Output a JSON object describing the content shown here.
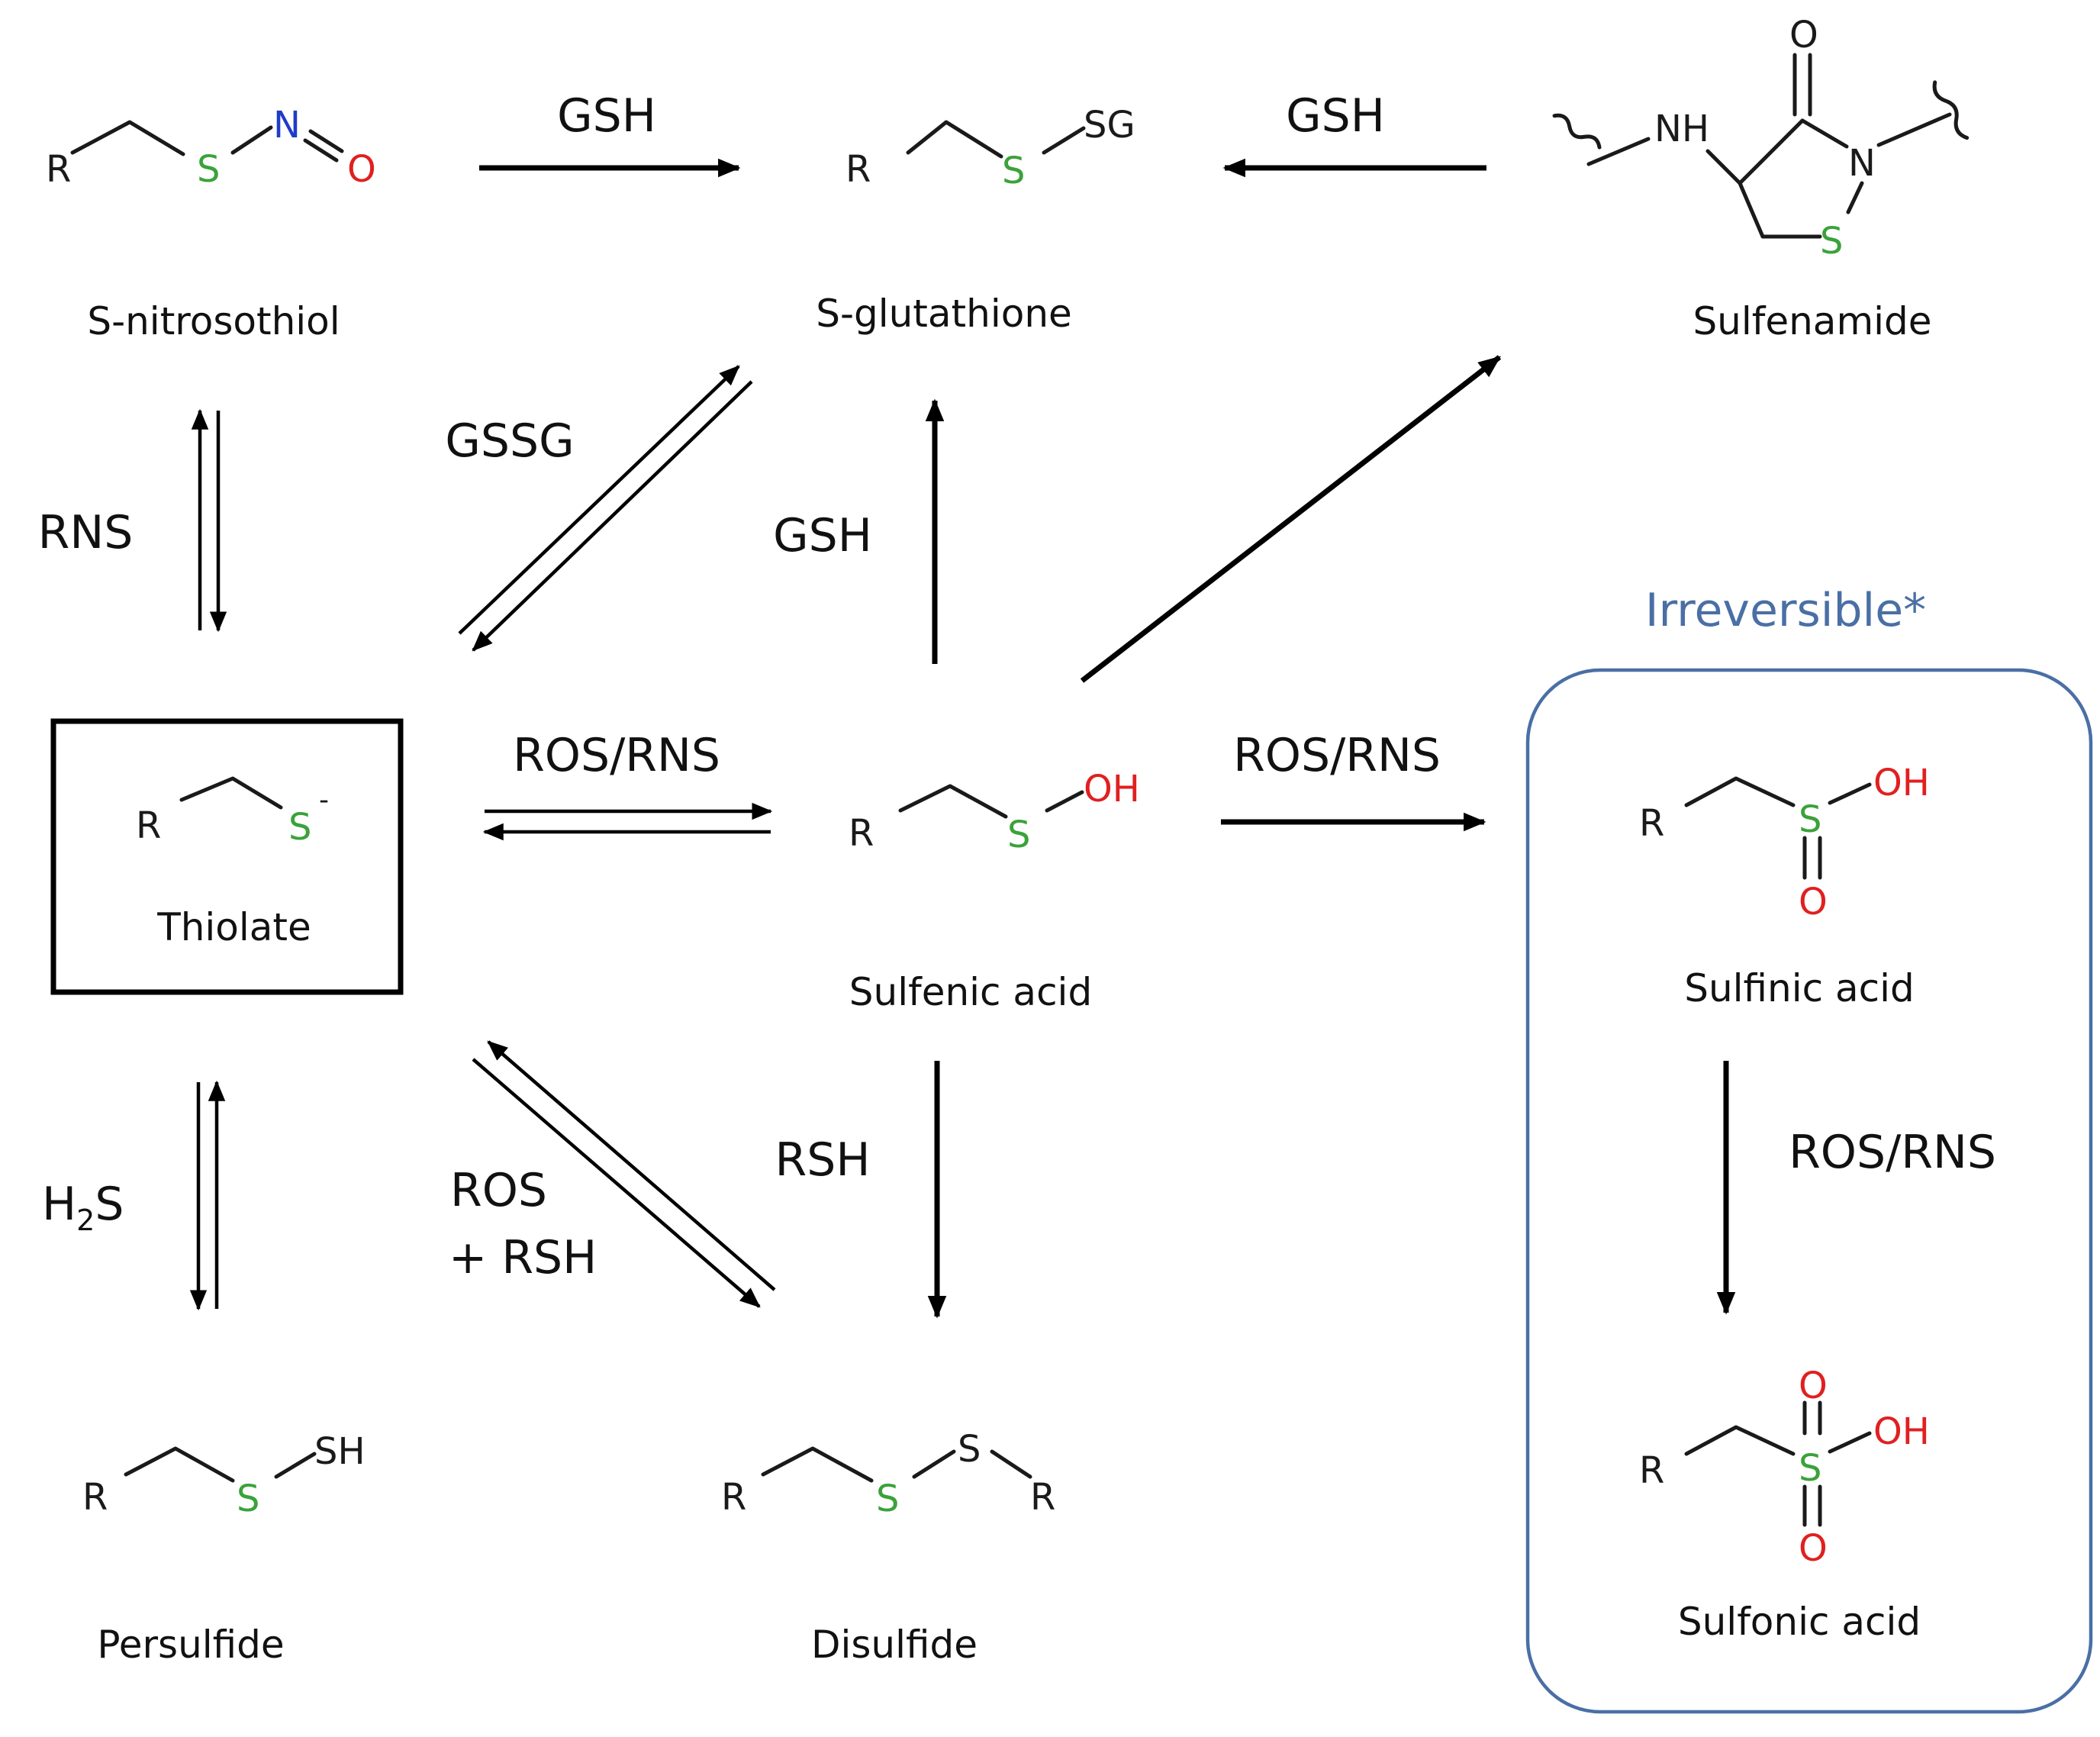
{
  "colors": {
    "sulfur": "#3aa23a",
    "nitrogen": "#1e3cc8",
    "oxygen": "#e02020",
    "carbon_frame": "#1a1a1a",
    "irreversible_accent": "#4a6fa5"
  },
  "atoms": {
    "R": "R",
    "S": "S",
    "N": "N",
    "O": "O",
    "OH": "OH",
    "SG": "SG",
    "SH": "SH",
    "NH": "NH",
    "S_minus": "-"
  },
  "species": {
    "s_nitrosothiol": "S-nitrosothiol",
    "s_glutathione": "S-glutathione",
    "sulfenamide": "Sulfenamide",
    "thiolate": "Thiolate",
    "sulfenic_acid": "Sulfenic acid",
    "sulfinic_acid": "Sulfinic acid",
    "sulfonic_acid": "Sulfonic acid",
    "persulfide": "Persulfide",
    "disulfide": "Disulfide"
  },
  "reagents": {
    "gsh_top_left": "GSH",
    "gsh_top_right": "GSH",
    "gssg": "GSSG",
    "rns": "RNS",
    "gsh_vertical": "GSH",
    "ros_rns_center": "ROS/RNS",
    "ros_rns_right": "ROS/RNS",
    "ros_rns_irreversible": "ROS/RNS",
    "h2s_base": "H",
    "h2s_sub": "2",
    "h2s_end": "S",
    "ros": "ROS",
    "plus_rsh": "+ RSH",
    "rsh": "RSH"
  },
  "irreversible_title": "Irreversible*"
}
